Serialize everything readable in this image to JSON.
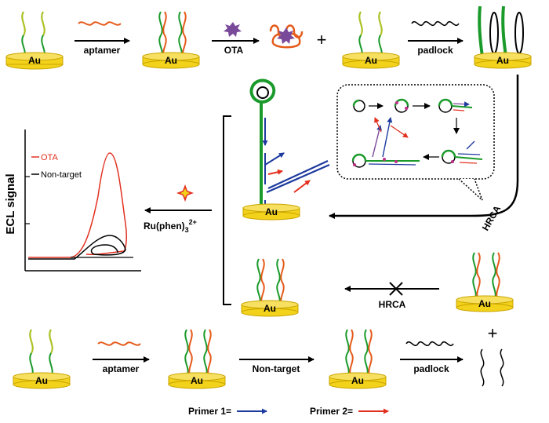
{
  "labels": {
    "au": "Au",
    "aptamer": "aptamer",
    "ota": "OTA",
    "padlock": "padlock",
    "hrca": "HRCA",
    "ru": "Ru(phen)",
    "ru_sub": "3",
    "ru_sup": "2+",
    "non_target": "Non-target",
    "primer1": "Primer 1=",
    "primer2": "Primer 2=",
    "plus": "+"
  },
  "ecl_chart": {
    "ylabel": "ECL signal",
    "legend": [
      {
        "name": "OTA",
        "color": "#e8312a"
      },
      {
        "name": "Non-target",
        "color": "#000000"
      }
    ]
  },
  "colors": {
    "gold": "#f2d21a",
    "gold_edge": "#c9a400",
    "green": "#1a9a2a",
    "orange": "#e55a1a",
    "red": "#e23020",
    "blue": "#1d3a9e",
    "purple": "#7a4a9a",
    "magenta": "#c0308c"
  }
}
